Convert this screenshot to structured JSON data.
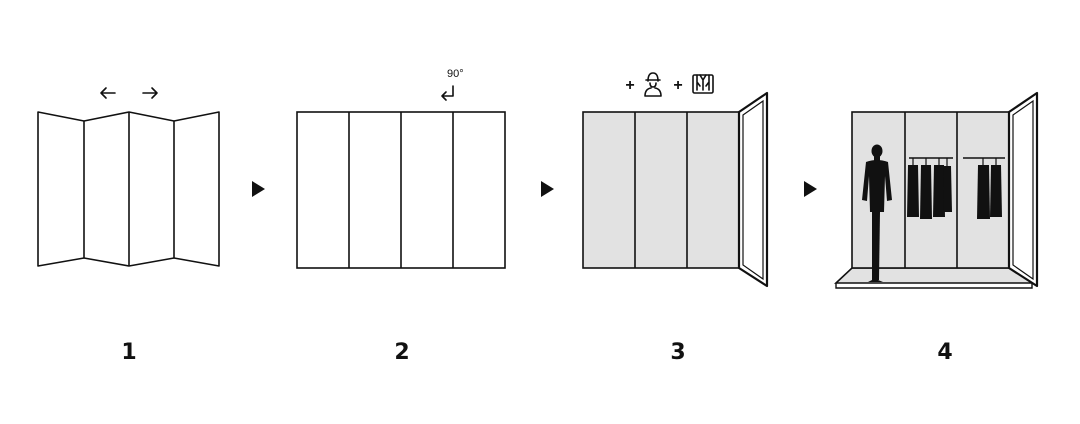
{
  "colors": {
    "line": "#111111",
    "panel_grey": "#e2e2e2",
    "background": "#ffffff"
  },
  "steps": [
    {
      "number": "1",
      "icons": [
        "arrow-left-icon",
        "arrow-right-icon"
      ]
    },
    {
      "number": "2",
      "angle_label": "90°",
      "icons": [
        "rotate-arrow-icon"
      ]
    },
    {
      "number": "3",
      "plus_1": "+",
      "plus_2": "+",
      "icons": [
        "person-icon",
        "garment-icon"
      ]
    },
    {
      "number": "4",
      "icons": [
        "person-silhouette-icon",
        "hanging-clothes-icon"
      ]
    }
  ],
  "connectors": [
    "play-arrow-icon",
    "play-arrow-icon",
    "play-arrow-icon"
  ]
}
